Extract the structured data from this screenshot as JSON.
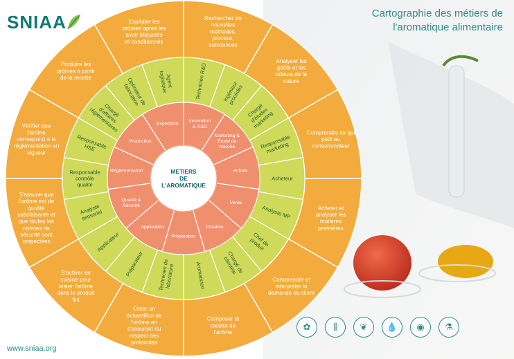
{
  "brand": {
    "name": "SNIAA",
    "website": "www.sniaa.org",
    "colors": {
      "teal": "#0f7a72",
      "outer": "#f2ab3c",
      "middle": "#cfd95a",
      "inner": "#f08f6e",
      "center": "#ffffff"
    }
  },
  "title": {
    "line1": "Cartographie des métiers de",
    "line2": "l'aromatique alimentaire"
  },
  "center": {
    "line1": "METIERS",
    "line2": "DE",
    "line3": "L'AROMATIQUE"
  },
  "families": [
    {
      "label": "Innovation & R&D"
    },
    {
      "label": "Marketing & Étude de marché"
    },
    {
      "label": "Achats"
    },
    {
      "label": "Vente"
    },
    {
      "label": "Création"
    },
    {
      "label": "Préparation"
    },
    {
      "label": "Application"
    },
    {
      "label": "Qualité & Sécurité"
    },
    {
      "label": "Réglementation"
    },
    {
      "label": "Production"
    },
    {
      "label": "Expédition"
    }
  ],
  "jobs": [
    "Technicien R&D",
    "Ingénieur procédés",
    "Chargé d'études marketing",
    "Responsable marketing",
    "Acheteur",
    "Analyste MP",
    "Chef de produit",
    "Chargé de clientèle",
    "Aromaticien",
    "Technicien de laboratoire",
    "Préparateur",
    "Applicateur",
    "Analyste sensoriel",
    "Responsable contrôle qualité",
    "Responsable HSE",
    "Chargé d'affaires réglementaires",
    "Opérateur de fabrication",
    "Agent logistique"
  ],
  "missions": [
    "Rechercher de nouvelles méthodes, process, substances",
    "Analyser les goûts et les odeurs de la nature",
    "Comprendre ce qui plaît au consommateur",
    "Acheter et analyser les matières premières",
    "Comprendre et interpréter la demande du client",
    "Composer la recette de l'arôme",
    "Créer un échantillon de l'arôme en s'assurant du respect des protocoles",
    "S'activer en cuisine pour tester l'arôme dans le produit fini",
    "S'assurer que l'arôme est de qualité satisfaisante et que toutes les normes de sécurité sont respectées",
    "Vérifier que l'arôme correspond à la réglementation en vigueur",
    "Produire les arômes à partir de la recette",
    "Expédier les arômes après les avoir étiquetés et conditionnés"
  ],
  "icons": [
    "flower-icon",
    "test-tubes-icon",
    "leaf-icon",
    "drop-icon",
    "candy-icon",
    "flask-icon"
  ]
}
